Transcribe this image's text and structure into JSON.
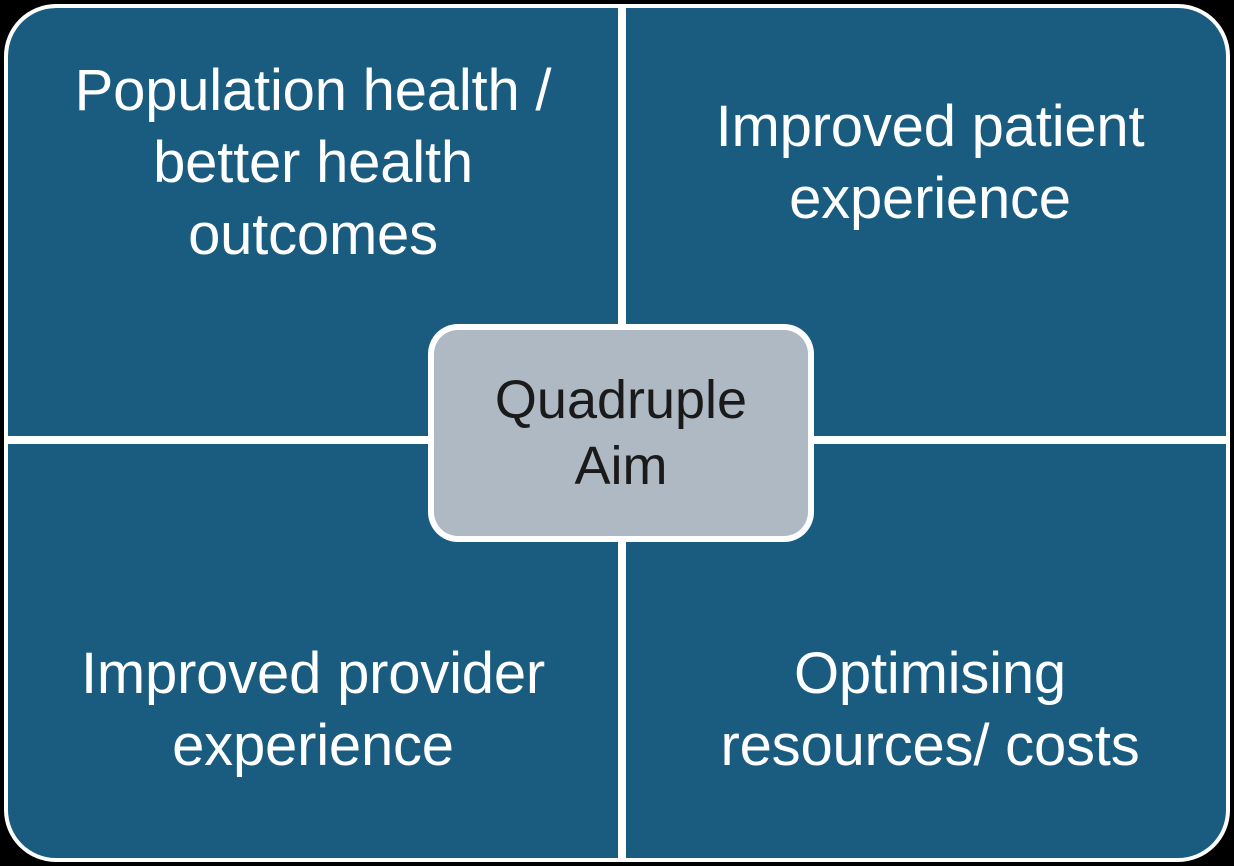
{
  "diagram": {
    "title": "Quadruple Aim",
    "type": "2x2-quadrant-matrix",
    "colors": {
      "quadrant_fill": "#1a5c80",
      "quadrant_text": "#ffffff",
      "center_fill": "#aeb9c4",
      "center_text": "#1a1a1a",
      "divider": "#ffffff",
      "background": "#000000"
    },
    "center": {
      "label": "Quadruple\nAim"
    },
    "quadrants": [
      {
        "position": "top-left",
        "label": "Population health /\nbetter health\noutcomes"
      },
      {
        "position": "top-right",
        "label": "Improved patient\nexperience"
      },
      {
        "position": "bottom-left",
        "label": "Improved provider\nexperience"
      },
      {
        "position": "bottom-right",
        "label": "Optimising\nresources/ costs"
      }
    ]
  }
}
